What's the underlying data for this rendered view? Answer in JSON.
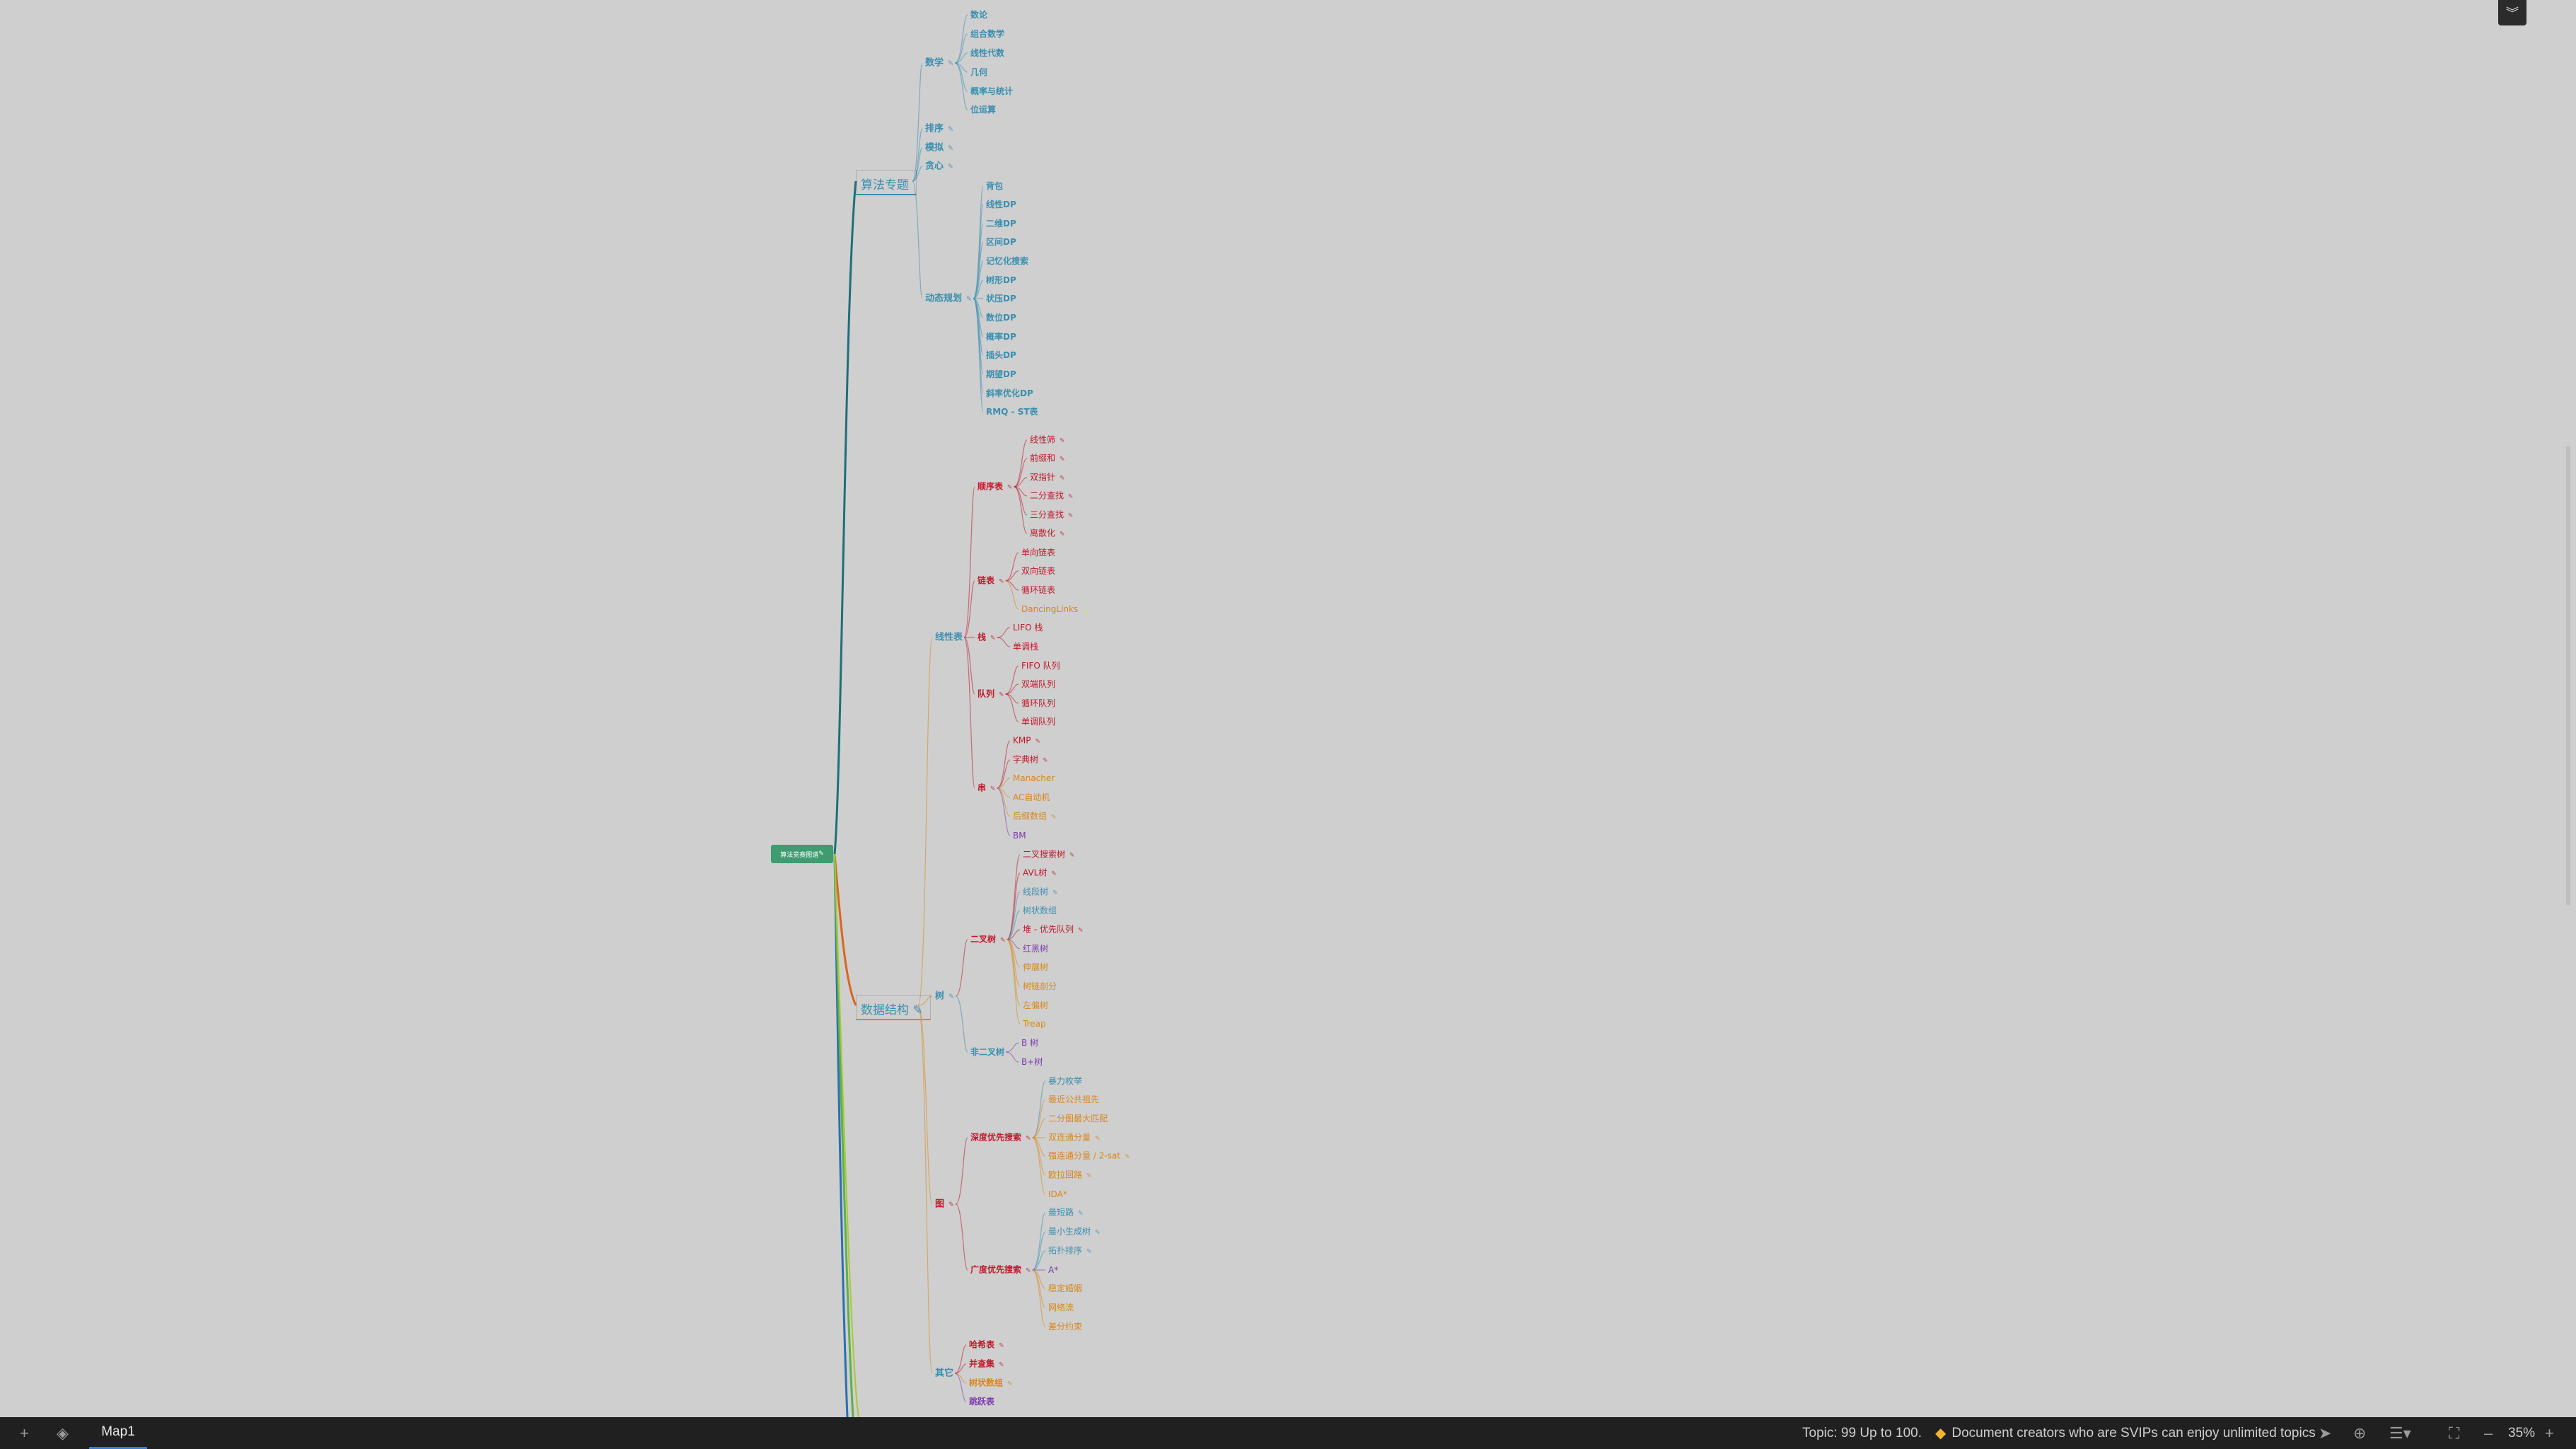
{
  "colors": {
    "background": "#cfcfcf",
    "teal": "#3a8fb0",
    "red": "#c0182a",
    "orange": "#d9861a",
    "purple": "#7d3ab0",
    "root": "#3e9c70"
  },
  "root": {
    "label": "算法竞赛图谱"
  },
  "branches": {
    "algo": {
      "label": "算法专题"
    },
    "ds": {
      "label": "数据结构"
    }
  },
  "nodes": [
    "数学",
    "数论",
    "组合数学",
    "线性代数",
    "几何",
    "概率与统计",
    "位运算",
    "排序",
    "模拟",
    "贪心",
    "动态规划",
    "背包",
    "线性DP",
    "二维DP",
    "区间DP",
    "记忆化搜索",
    "树形DP",
    "状压DP",
    "数位DP",
    "概率DP",
    "插头DP",
    "期望DP",
    "斜率优化DP",
    "RMQ - ST表",
    "线性表",
    "顺序表",
    "线性筛",
    "前缀和",
    "双指针",
    "二分查找",
    "三分查找",
    "离散化",
    "链表",
    "单向链表",
    "双向链表",
    "循环链表",
    "DancingLinks",
    "栈",
    "LIFO 栈",
    "单调栈",
    "队列",
    "FIFO 队列",
    "双端队列",
    "循环队列",
    "单调队列",
    "串",
    "KMP",
    "字典树",
    "Manacher",
    "AC自动机",
    "后缀数组",
    "BM",
    "树",
    "二叉树",
    "二叉搜索树",
    "AVL树",
    "线段树",
    "树状数组",
    "堆 - 优先队列",
    "红黑树",
    "伸展树",
    "树链剖分",
    "左偏树",
    "Treap",
    "非二叉树",
    "B 树",
    "B+树",
    "图",
    "深度优先搜索",
    "暴力枚举",
    "最近公共祖先",
    "二分图最大匹配",
    "双连通分量",
    "强连通分量 / 2-sat",
    "欧拉回路",
    "IDA*",
    "广度优先搜索",
    "最短路",
    "最小生成树",
    "拓扑排序",
    "A*",
    "稳定婚姻",
    "网络流",
    "差分约束",
    "其它",
    "哈希表",
    "并查集",
    "树状数组",
    "跳跃表"
  ],
  "toolbar": {
    "add_icon": "plus-icon",
    "layers_icon": "layers-icon",
    "tab_label": "Map1",
    "topic_count": "Topic: 99 Up to 100.",
    "vip_message": "Document creators who are SVIPs can enjoy unlimited topics",
    "zoom": "35%",
    "zoom_out": "–",
    "zoom_in": "+"
  },
  "top_button_icon": "collapse-chevrons-icon"
}
